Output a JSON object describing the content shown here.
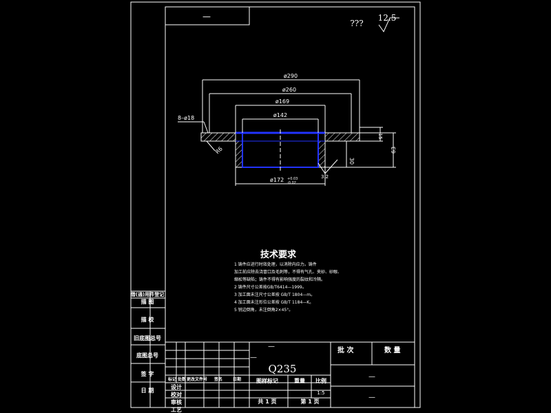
{
  "top_block": {
    "mark": "—"
  },
  "question_marks": "???",
  "roughness": "12.5",
  "dims": {
    "d290": "ø290",
    "d260": "ø260",
    "d169": "ø169",
    "d142": "ø142",
    "holes": "8–ø18",
    "r6": "R6",
    "h15": "15",
    "h63": "63",
    "h30": "30",
    "d172": "ø172",
    "tol_upper": "+0.03",
    "tol_lower": "-0.02",
    "rough_small": "3.2"
  },
  "tech_req": {
    "title": "技术要求",
    "items": [
      "1  铸件应进行时效处理，以消除内应力。铸件",
      "    加工前应除去浇冒口及毛刺等，不得有气孔、夹砂、砂眼、",
      "    缩松等缺陷；铸件不得有影响强度的裂纹和冷隔。",
      "2  铸件尺寸公差按GB/T6414—1999。",
      "3  加工面未注尺寸公差按 GB/T 1804—m。",
      "4  加工面未注形位公差按 GB/T 1184—K。",
      "5  锐边倒角，未注倒角2×45°。"
    ]
  },
  "left_strip": [
    "借(通)用件登记",
    "描    图",
    "描    校",
    "旧底图总号",
    "底图总号",
    "签    字",
    "日    期"
  ],
  "title_block": {
    "material": "Q235",
    "dash1": "—",
    "dash2": "—",
    "dash3": "—",
    "dash4": "—",
    "pici": "批 次",
    "shuliang": "数 量",
    "rev_headers": [
      "标记",
      "处数",
      "更改文件号",
      "签名",
      "日期"
    ],
    "roles": [
      "设计",
      "校对",
      "审核",
      "工艺"
    ],
    "stage_label": "图样标记",
    "weight_label": "重量",
    "scale_label": "比例",
    "scale_value": "1:5",
    "total_sheets": "共 1 页",
    "sheet_no": "第 1 页"
  },
  "colors": {
    "background": "#000000",
    "lines": "#ffffff",
    "accent": "#2233ff"
  }
}
